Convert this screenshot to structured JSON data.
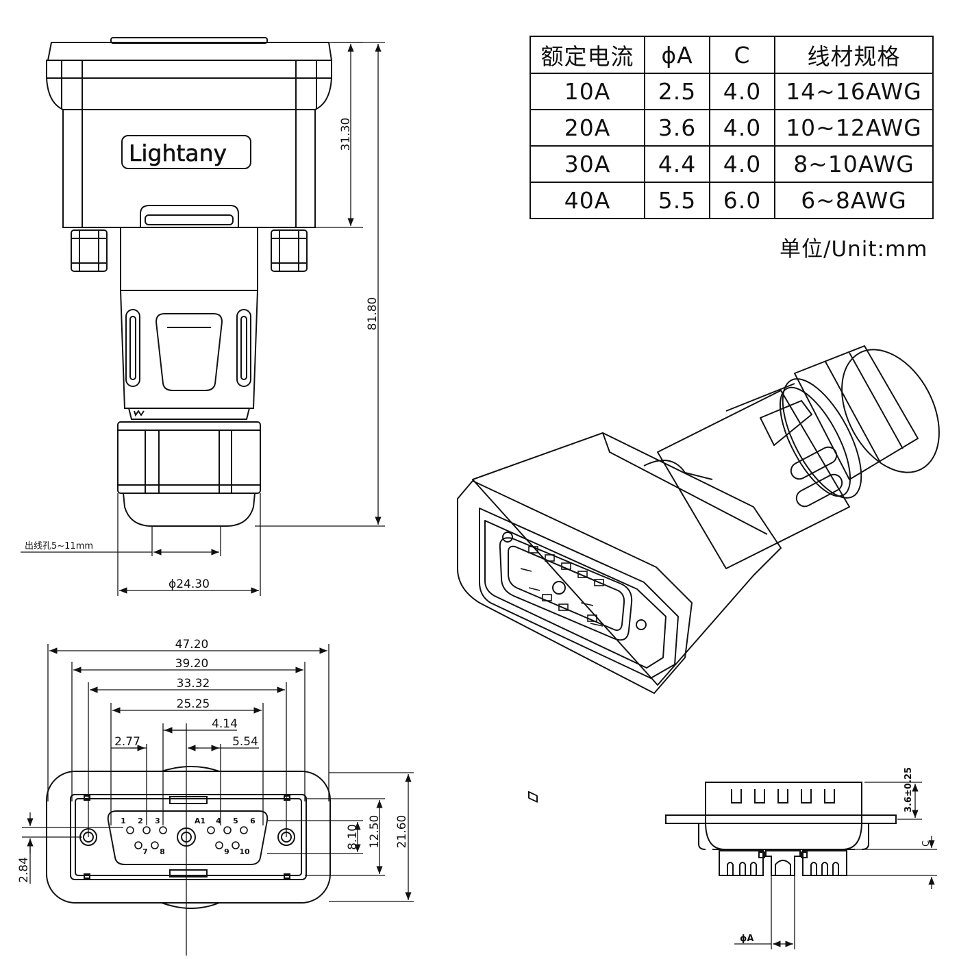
{
  "brand_logo_text": "Lightany",
  "table": {
    "headers": [
      "额定电流",
      "ϕA",
      "C",
      "线材规格"
    ],
    "rows": [
      [
        "10A",
        "2.5",
        "4.0",
        "14~16AWG"
      ],
      [
        "20A",
        "3.6",
        "4.0",
        "10~12AWG"
      ],
      [
        "30A",
        "4.4",
        "4.0",
        "8~10AWG"
      ],
      [
        "40A",
        "5.5",
        "6.0",
        "6~8AWG"
      ]
    ],
    "unit_note": "单位/Unit:mm"
  },
  "side_view": {
    "dim_31_30": "31.30",
    "dim_81_80": "81.80",
    "cable_hole_label": "出线孔5~11mm",
    "dim_diameter": "ϕ24.30"
  },
  "front_view": {
    "dims": {
      "d47_20": "47.20",
      "d39_20": "39.20",
      "d33_32": "33.32",
      "d25_25": "25.25",
      "d4_14": "4.14",
      "d2_77": "2.77",
      "d5_54": "5.54",
      "d8_10": "8.10",
      "d12_50": "12.50",
      "d21_60": "21.60",
      "d2_84": "2.84"
    },
    "pins": {
      "p1": "1",
      "p2": "2",
      "p3": "3",
      "pA1": "A1",
      "p4": "4",
      "p5": "5",
      "p6": "6",
      "p7": "7",
      "p8": "8",
      "p9": "9",
      "p10": "10"
    }
  },
  "section_view": {
    "tolerance": "3.6±0.25",
    "c_label": "C",
    "phi_a": "ϕA"
  },
  "colors": {
    "line": "#111111",
    "background": "#ffffff"
  }
}
